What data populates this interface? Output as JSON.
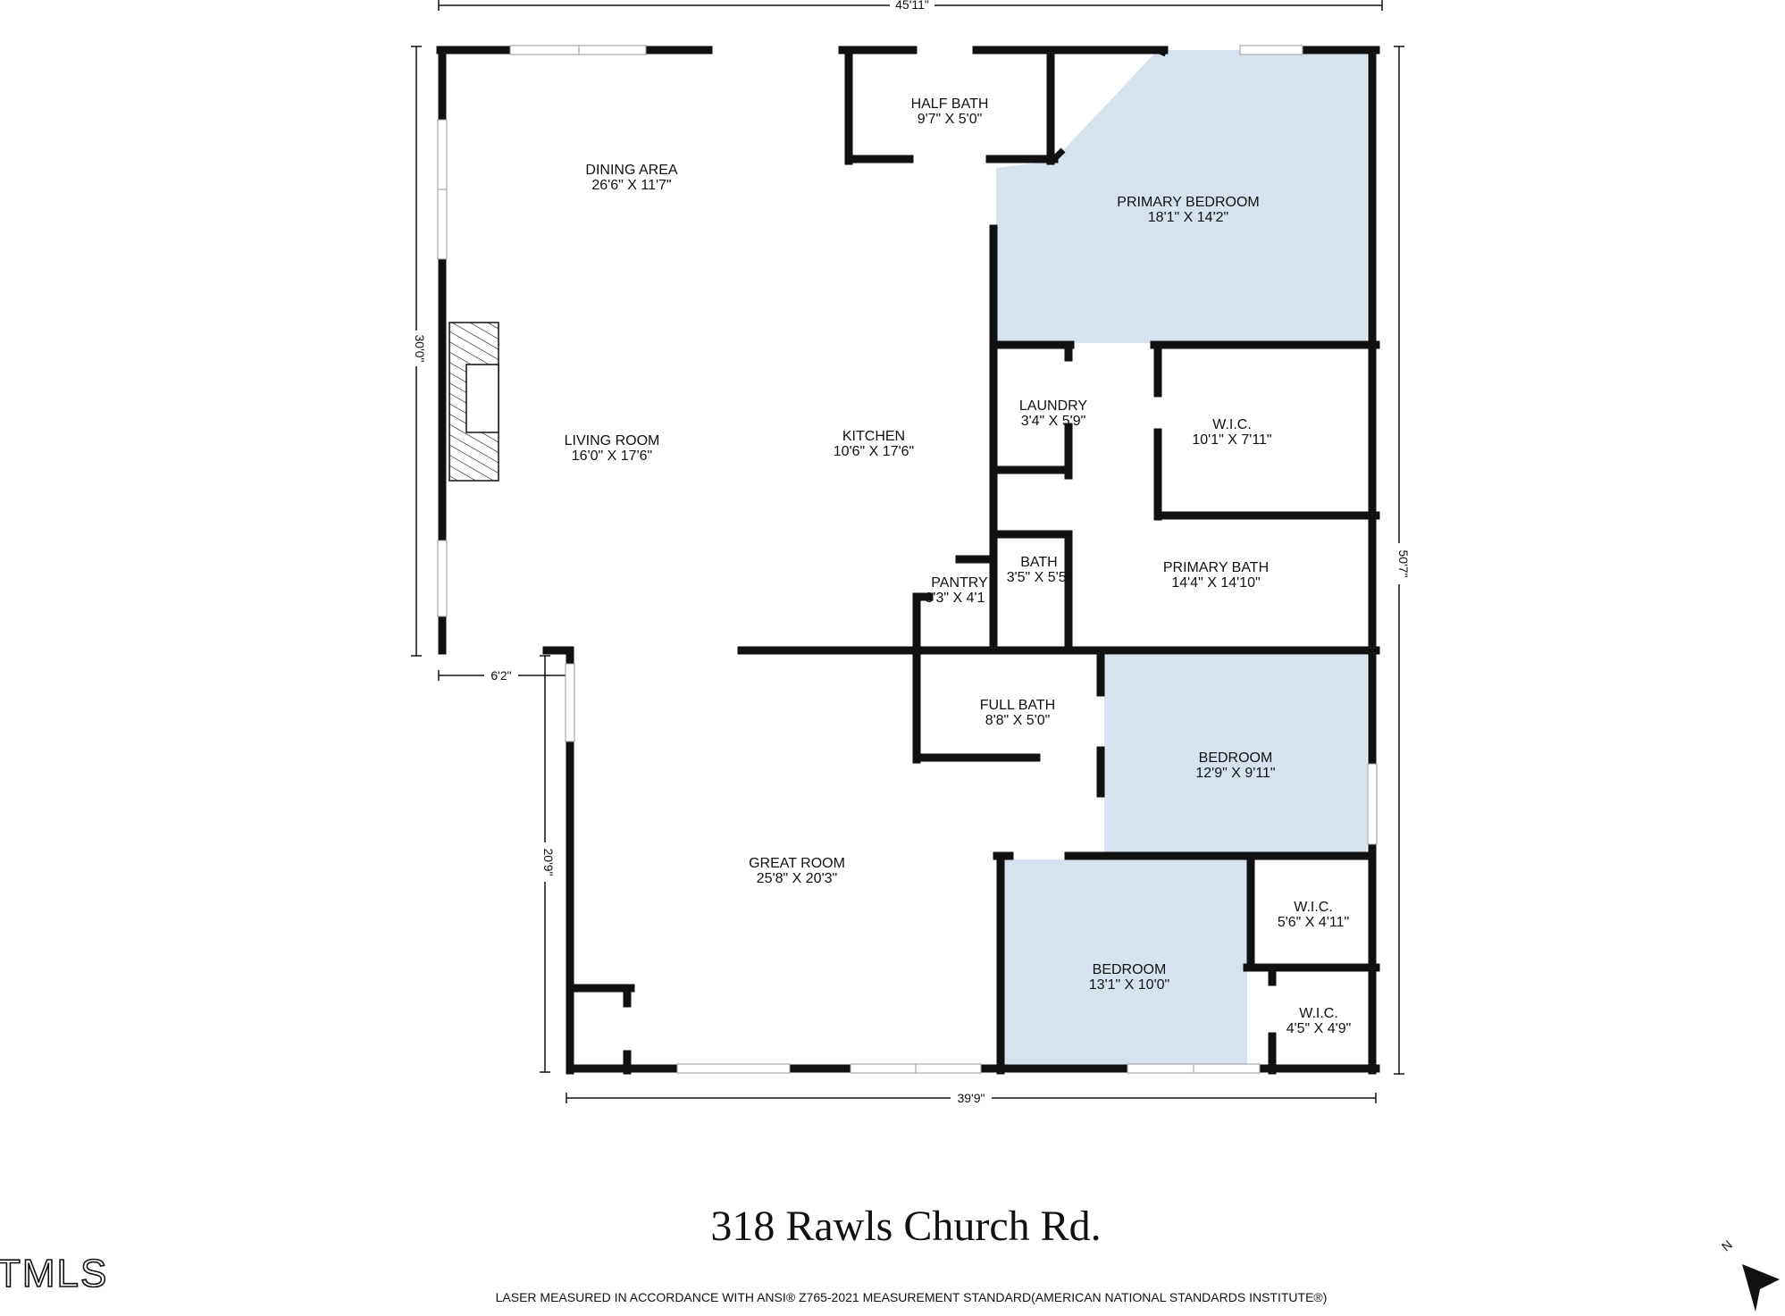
{
  "plan": {
    "address": "318 Rawls Church Rd.",
    "footer_note": "LASER MEASURED IN ACCORDANCE WITH ANSI® Z765-2021 MEASUREMENT STANDARD(AMERICAN NATIONAL STANDARDS INSTITUTE®)",
    "logo": "TMLS",
    "compass": {
      "letter": "N"
    },
    "colors": {
      "wall": "#111111",
      "bedroom_fill": "#d6e3ef",
      "background": "#ffffff"
    }
  },
  "rooms": [
    {
      "name": "DINING AREA",
      "size": "26'6\" X 11'7\""
    },
    {
      "name": "HALF BATH",
      "size": "9'7\" X 5'0\""
    },
    {
      "name": "PRIMARY BEDROOM",
      "size": "18'1\" X 14'2\""
    },
    {
      "name": "LIVING ROOM",
      "size": "16'0\" X 17'6\""
    },
    {
      "name": "KITCHEN",
      "size": "10'6\" X 17'6\""
    },
    {
      "name": "LAUNDRY",
      "size": "3'4\" X 5'9\""
    },
    {
      "name": "W.I.C.",
      "size": "10'1\" X 7'11\""
    },
    {
      "name": "BATH",
      "size": "3'5\" X 5'5\""
    },
    {
      "name": "PRIMARY BATH",
      "size": "14'4\" X 14'10\""
    },
    {
      "name": "PANTRY",
      "size": "3'3\" X 4'1"
    },
    {
      "name": "FULL BATH",
      "size": "8'8\" X 5'0\""
    },
    {
      "name": "BEDROOM",
      "size": "12'9\" X 9'11\""
    },
    {
      "name": "GREAT ROOM",
      "size": "25'8\" X 20'3\""
    },
    {
      "name": "W.I.C.",
      "size": "5'6\" X 4'11\""
    },
    {
      "name": "BEDROOM",
      "size": "13'1\" X 10'0\""
    },
    {
      "name": "W.I.C.",
      "size": "4'5\" X 4'9\""
    }
  ],
  "dimensions": {
    "top": "45'11\"",
    "left": "30'0\"",
    "right": "50'7\"",
    "ell_width": "6'2\"",
    "lower_left": "20'9\"",
    "bottom": "39'9\""
  }
}
